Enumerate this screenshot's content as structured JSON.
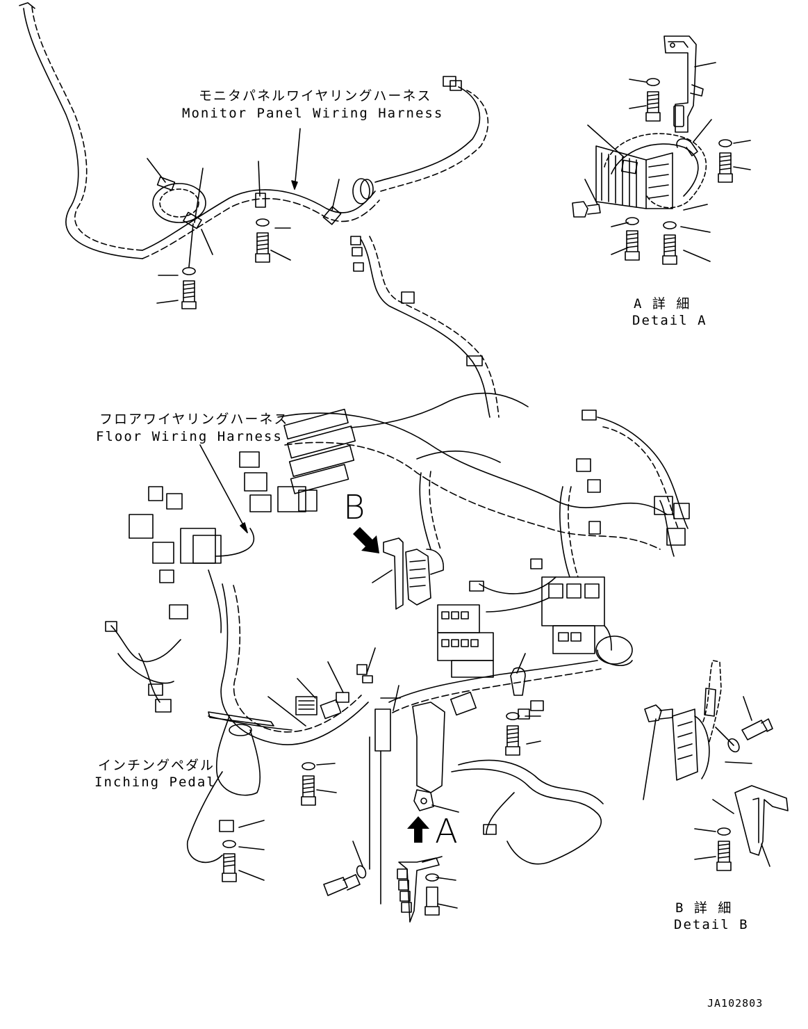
{
  "labels": {
    "monitor_harness_jp": "モニタパネルワイヤリングハーネス",
    "monitor_harness_en": "Monitor Panel Wiring Harness",
    "floor_harness_jp": "フロアワイヤリングハーネス",
    "floor_harness_en": "Floor Wiring Harness",
    "inching_pedal_jp": "インチングペダル",
    "inching_pedal_en": "Inching Pedal",
    "detail_a_jp": "A 詳 細",
    "detail_a_en": "Detail A",
    "detail_b_jp": "B 詳 細",
    "detail_b_en": "Detail B",
    "view_a": "A",
    "view_b": "B",
    "drawing_code": "JA102803"
  }
}
